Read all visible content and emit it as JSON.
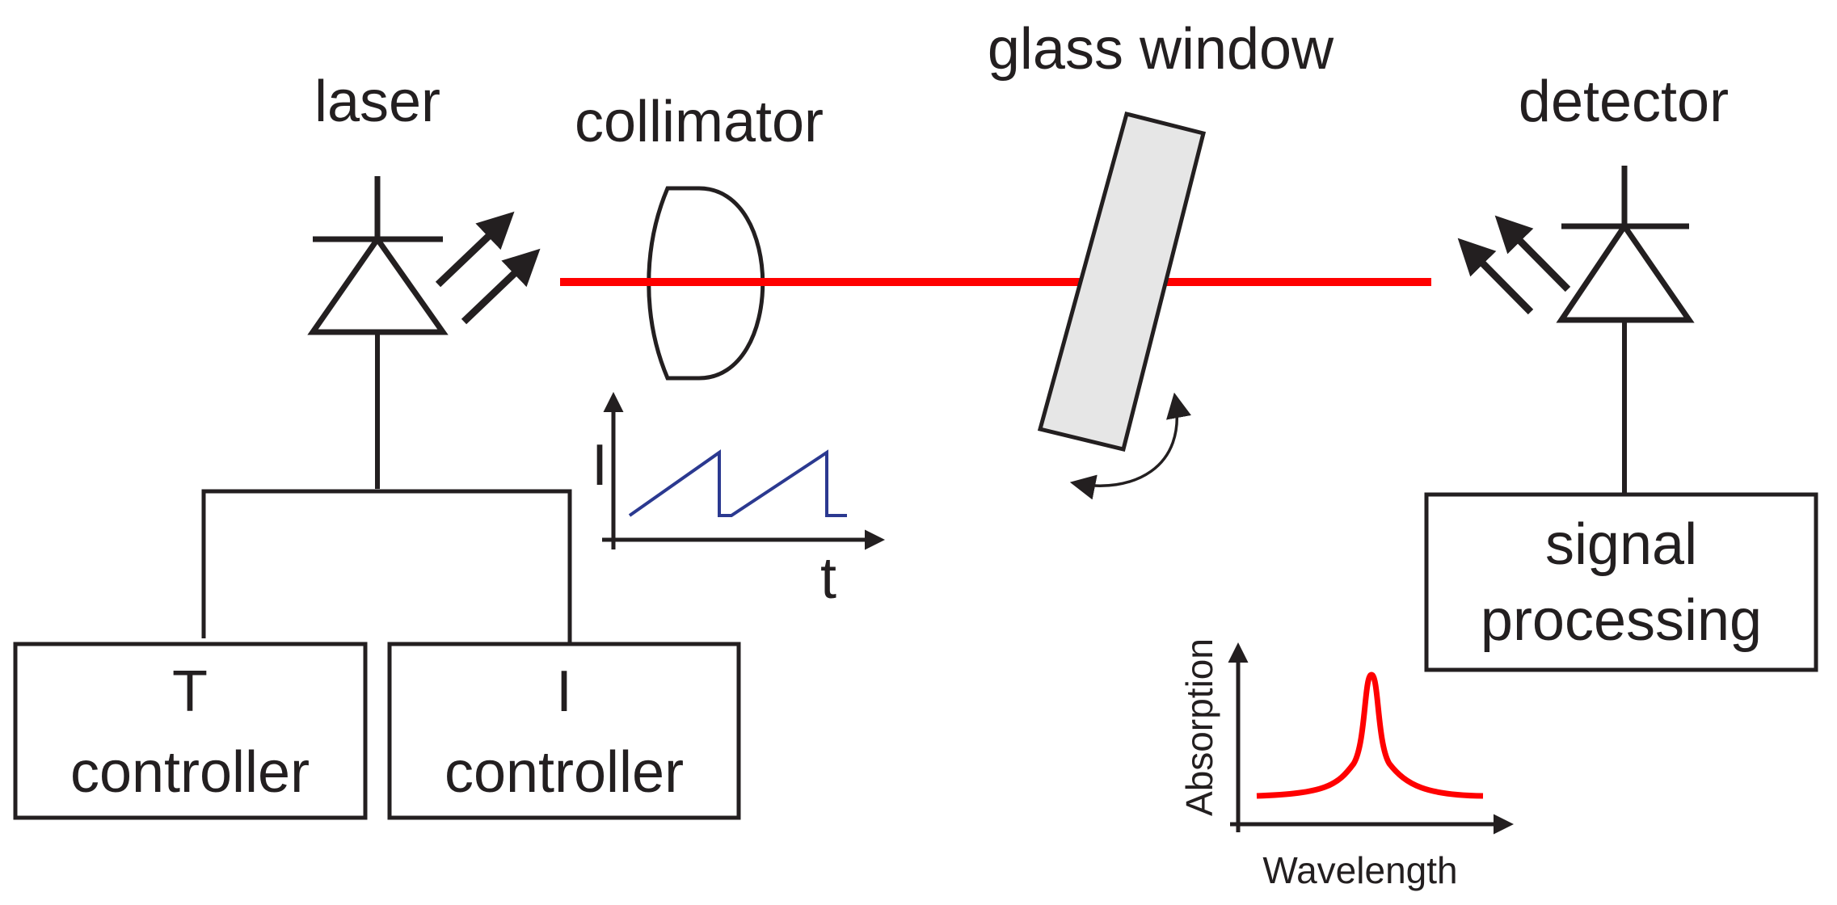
{
  "labels": {
    "laser": "laser",
    "collimator": "collimator",
    "glass_window": "glass window",
    "detector": "detector",
    "signal_processing": [
      "signal",
      "processing"
    ],
    "t_controller": [
      "T",
      "controller"
    ],
    "i_controller": [
      "I",
      "controller"
    ]
  },
  "ramp_plot": {
    "y_axis": "I",
    "x_axis": "t"
  },
  "absorption_plot": {
    "y_axis": "Absorption",
    "x_axis": "Wavelength"
  },
  "colors": {
    "beam": "#ff0000",
    "ramp": "#2b3990",
    "window_fill": "#e6e6e6",
    "line": "#231f20"
  }
}
